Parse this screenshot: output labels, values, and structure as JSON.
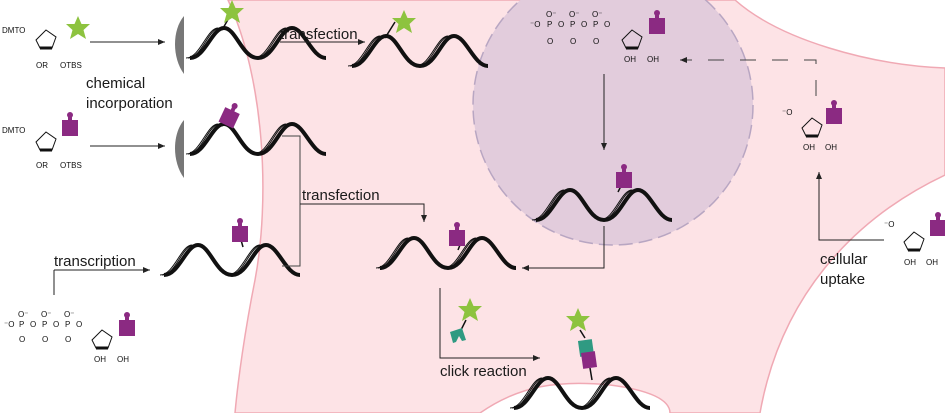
{
  "colors": {
    "cell_fill": "#fde3e6",
    "cell_edge": "#f0a9b4",
    "nucleus_fill": "#e2ccdc",
    "nucleus_edge": "#b8a6c2",
    "star": "#8dc33f",
    "puzzle": "#8b2a82",
    "click_partner": "#2f9a82",
    "arrow": "#222222"
  },
  "labels": {
    "chemical_incorporation_1": "chemical",
    "chemical_incorporation_2": "incorporation",
    "transfection_top": "transfection",
    "transfection_mid": "transfection",
    "transcription": "transcription",
    "click_reaction": "click reaction",
    "cellular_uptake_1": "cellular",
    "cellular_uptake_2": "uptake"
  },
  "chem": {
    "dmto": "DMTO",
    "or": "OR",
    "otbs": "OTBS",
    "o": "O",
    "oh": "OH",
    "p": "P",
    "minus": "-"
  }
}
